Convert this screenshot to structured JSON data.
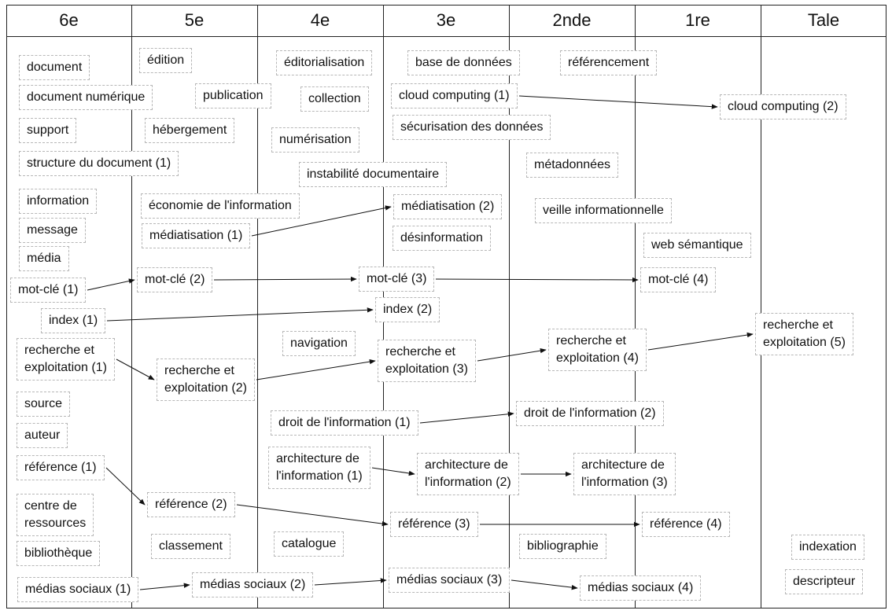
{
  "columns": [
    "6e",
    "5e",
    "4e",
    "3e",
    "2nde",
    "1re",
    "Tale"
  ],
  "nodes": {
    "n_document": "document",
    "n_document_numerique": "document numérique",
    "n_support": "support",
    "n_structure_document": "structure du document (1)",
    "n_information": "information",
    "n_message": "message",
    "n_media": "média",
    "n_motcle_1": "mot-clé (1)",
    "n_index_1": "index (1)",
    "n_recherche_1": "recherche et\nexploitation (1)",
    "n_source": "source",
    "n_auteur": "auteur",
    "n_reference_1": "référence (1)",
    "n_centre_ressources": "centre de\nressources",
    "n_bibliotheque": "bibliothèque",
    "n_medias_sociaux_1": "médias sociaux (1)",
    "n_edition": "édition",
    "n_publication": "publication",
    "n_hebergement": "hébergement",
    "n_economie_information": "économie de l'information",
    "n_mediatisation_1": "médiatisation (1)",
    "n_motcle_2": "mot-clé (2)",
    "n_recherche_2": "recherche et\nexploitation (2)",
    "n_reference_2": "référence (2)",
    "n_classement": "classement",
    "n_medias_sociaux_2": "médias sociaux (2)",
    "n_editorialisation": "éditorialisation",
    "n_collection": "collection",
    "n_numerisation": "numérisation",
    "n_instabilite": "instabilité documentaire",
    "n_navigation": "navigation",
    "n_droit_1": "droit de l'information (1)",
    "n_architecture_1": "architecture de\nl'information (1)",
    "n_catalogue": "catalogue",
    "n_base_donnees": "base de données",
    "n_cloud_1": "cloud computing (1)",
    "n_securisation": "sécurisation des données",
    "n_mediatisation_2": "médiatisation (2)",
    "n_desinformation": "désinformation",
    "n_motcle_3": "mot-clé (3)",
    "n_index_2": "index (2)",
    "n_recherche_3": "recherche et\nexploitation (3)",
    "n_architecture_2": "architecture de\nl'information (2)",
    "n_reference_3": "référence (3)",
    "n_medias_sociaux_3": "médias sociaux (3)",
    "n_referencement": "référencement",
    "n_metadonnees": "métadonnées",
    "n_veille": "veille informationnelle",
    "n_recherche_4": "recherche et\nexploitation (4)",
    "n_droit_2": "droit de l'information (2)",
    "n_architecture_3": "architecture de\nl'information (3)",
    "n_bibliographie": "bibliographie",
    "n_medias_sociaux_4": "médias sociaux (4)",
    "n_web_semantique": "web sémantique",
    "n_motcle_4": "mot-clé (4)",
    "n_reference_4": "référence (4)",
    "n_cloud_2": "cloud computing (2)",
    "n_recherche_5": "recherche et\nexploitation (5)",
    "n_indexation": "indexation",
    "n_descripteur": "descripteur"
  },
  "edges": [
    [
      "n_cloud_1",
      "n_cloud_2"
    ],
    [
      "n_mediatisation_1",
      "n_mediatisation_2"
    ],
    [
      "n_motcle_1",
      "n_motcle_2"
    ],
    [
      "n_motcle_2",
      "n_motcle_3"
    ],
    [
      "n_motcle_3",
      "n_motcle_4"
    ],
    [
      "n_index_1",
      "n_index_2"
    ],
    [
      "n_recherche_1",
      "n_recherche_2"
    ],
    [
      "n_recherche_2",
      "n_recherche_3"
    ],
    [
      "n_recherche_3",
      "n_recherche_4"
    ],
    [
      "n_recherche_4",
      "n_recherche_5"
    ],
    [
      "n_droit_1",
      "n_droit_2"
    ],
    [
      "n_architecture_1",
      "n_architecture_2"
    ],
    [
      "n_architecture_2",
      "n_architecture_3"
    ],
    [
      "n_reference_1",
      "n_reference_2"
    ],
    [
      "n_reference_2",
      "n_reference_3"
    ],
    [
      "n_reference_3",
      "n_reference_4"
    ],
    [
      "n_medias_sociaux_1",
      "n_medias_sociaux_2"
    ],
    [
      "n_medias_sociaux_2",
      "n_medias_sociaux_3"
    ],
    [
      "n_medias_sociaux_3",
      "n_medias_sociaux_4"
    ]
  ]
}
